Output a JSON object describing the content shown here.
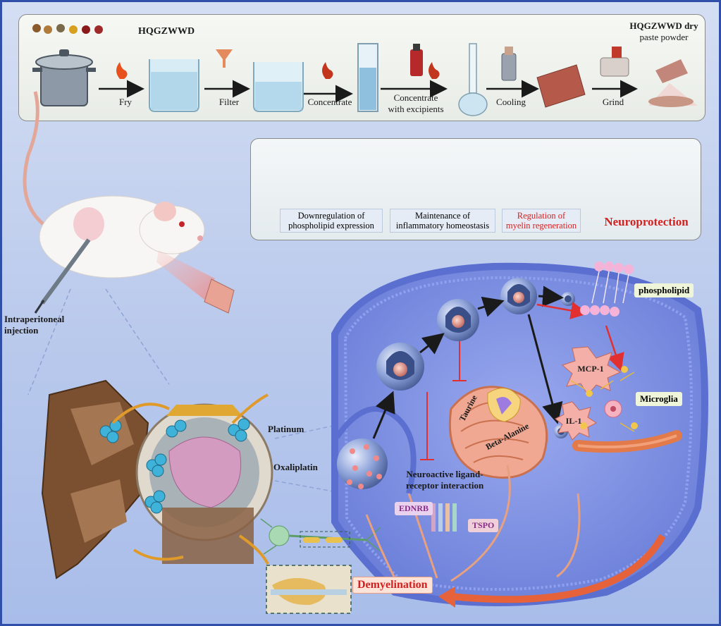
{
  "process": {
    "product_name": "HQGZWWD",
    "powder_name_line1": "HQGZWWD dry",
    "powder_name_line2": "paste powder",
    "steps": [
      "Fry",
      "Filter",
      "Concentrate",
      "Concentrate",
      "with excipients",
      "Cooling",
      "Grind"
    ]
  },
  "mechanism": {
    "items": [
      {
        "line1": "Downregulation of",
        "line2": "phospholipid expression"
      },
      {
        "line1": "Maintenance of",
        "line2": "inflammatory homeostasis"
      },
      {
        "line1": "Regulation of",
        "line2": "myelin regeneration"
      }
    ],
    "result": "Neuroprotection"
  },
  "labels": {
    "injection_line1": "Intraperitoneal",
    "injection_line2": "injection",
    "platinum": "Platinum",
    "oxaliplatin": "Oxaliplatin",
    "phospholipid": "phospholipid",
    "mcp1": "MCP-1",
    "il1": "IL-1",
    "microglia": "Microglia",
    "taurine": "Taurine",
    "beta_alanine": "Beta-Alanine",
    "neuro_line1": "Neuroactive ligand-",
    "neuro_line2": "receptor interaction",
    "ednrb": "EDNRB",
    "tspo": "TSPO",
    "demyelination": "Demyelination"
  },
  "colors": {
    "accent_red": "#d42020",
    "frame_blue": "#2f4fa8",
    "cell_blue": "#7c8fe6",
    "myelin_orange": "#e27a4a"
  }
}
